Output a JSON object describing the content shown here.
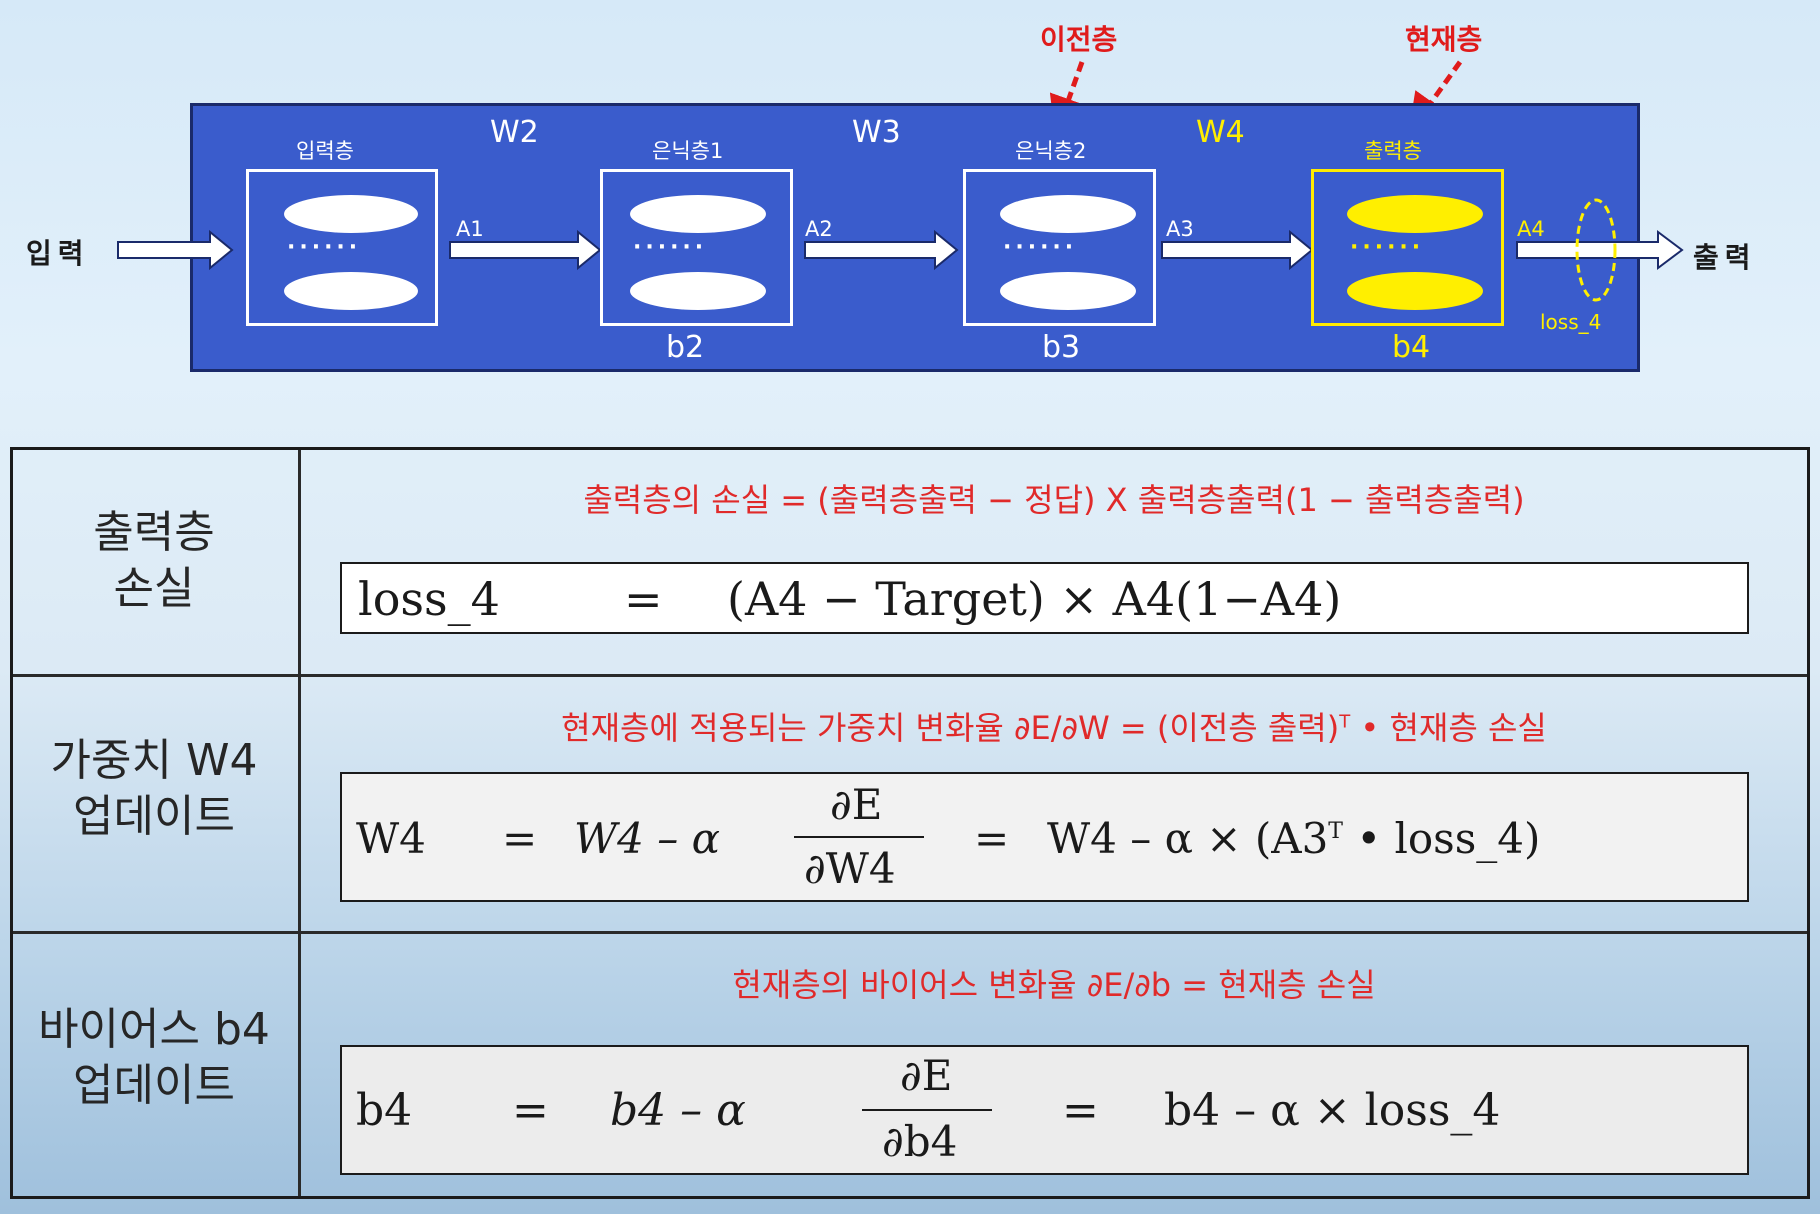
{
  "annotations": {
    "prev_layer": "이전층",
    "current_layer": "현재층"
  },
  "network": {
    "input_label": "입력",
    "output_label": "출력",
    "layers": [
      {
        "name": "입력층"
      },
      {
        "name": "은닉층1",
        "bias": "b2"
      },
      {
        "name": "은닉층2",
        "bias": "b3"
      },
      {
        "name": "출력층",
        "bias": "b4"
      }
    ],
    "weights": [
      "W2",
      "W3",
      "W4"
    ],
    "activations": [
      "A1",
      "A2",
      "A3",
      "A4"
    ],
    "loss_label": "loss_4",
    "dots": "······",
    "colors": {
      "panel": "#3a5ccc",
      "highlight": "#ffef00",
      "annotation": "#e01b1b"
    }
  },
  "table": {
    "rows": [
      {
        "header_line1": "출력층",
        "header_line2": "손실",
        "description": "출력층의 손실  =  (출력층출력 − 정답)  X  출력층출력(1 − 출력층출력)",
        "formula": {
          "lhs": "loss_4",
          "eq": "=",
          "rhs": "(A4  −  Target)  ×  A4(1−A4)"
        }
      },
      {
        "header_line1": "가중치 W4",
        "header_line2": "업데이트",
        "description_main": "현재층에 적용되는 가중치 변화율 ∂E/∂W  =   (이전층 출력)",
        "description_sup": "T",
        "description_tail": "•  현재층 손실",
        "formula": {
          "lhs": "W4",
          "eq1": "=",
          "term1": "W4  –  α",
          "num": "∂E",
          "den": "∂W4",
          "eq2": "=",
          "rhs_pre": "W4  –  α  ×  (A3",
          "rhs_sup": "T",
          "rhs_post": "  •  loss_4)"
        }
      },
      {
        "header_line1": "바이어스 b4",
        "header_line2": "업데이트",
        "description": "현재층의 바이어스 변화율 ∂E/∂b  =  현재층 손실",
        "formula": {
          "lhs": "b4",
          "eq1": "=",
          "term1": "b4  –  α",
          "num": "∂E",
          "den": "∂b4",
          "eq2": "=",
          "rhs": "b4  –  α  ×  loss_4"
        }
      }
    ]
  }
}
